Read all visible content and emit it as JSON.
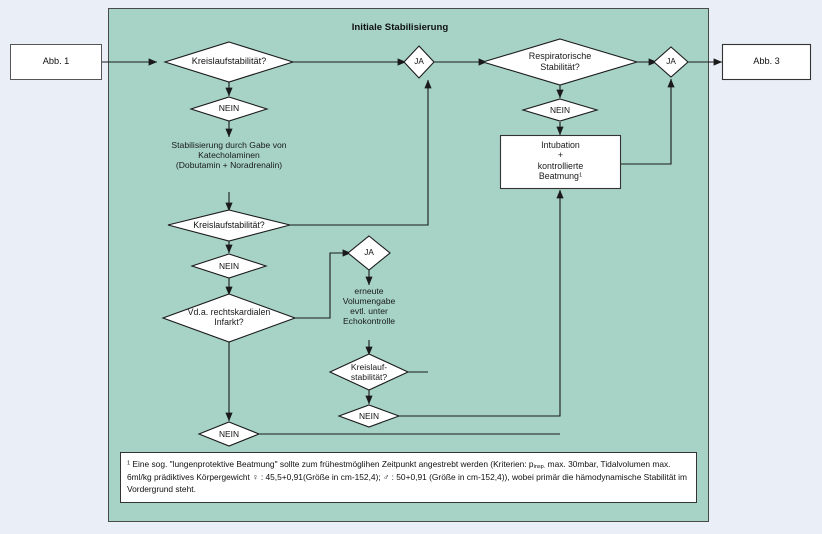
{
  "figure": {
    "panel_title": "Initiale Stabilisierung",
    "background_outer": "#eaeff7",
    "background_panel": "#a6d3c5",
    "node_fill": "#ffffff",
    "stroke": "#1a1a1a"
  },
  "connectors": {
    "entry_label": "Abb. 1",
    "exit_label": "Abb. 3"
  },
  "nodes": {
    "kreislaufstabilitaet_1": "Kreislaufstabilität?",
    "nein_1": "NEIN",
    "ja_1": "JA",
    "stabilisierung_text_line1": "Stabilisierung durch Gabe von",
    "stabilisierung_text_line2": "Katecholaminen",
    "stabilisierung_text_line3": "(Dobutamin + Noradrenalin)",
    "kreislaufstabilitaet_2": "Kreislaufstabilität?",
    "nein_2": "NEIN",
    "vda_line1": "Vd.a. rechtskardialen",
    "vda_line2": "Infarkt?",
    "nein_3": "NEIN",
    "ja_2": "JA",
    "volumen_line1": "erneute",
    "volumen_line2": "Volumengabe",
    "volumen_line3": "evtl. unter",
    "volumen_line4": "Echokontrolle",
    "kreislauf_line1": "Kreislauf-",
    "kreislauf_line2": "stabilität?",
    "nein_4": "NEIN",
    "respiratorische_line1": "Respiratorische",
    "respiratorische_line2": "Stabilität?",
    "nein_5": "NEIN",
    "intubation_line1": "Intubation",
    "intubation_line2": "+",
    "intubation_line3": "kontrollierte",
    "intubation_line4": "Beatmung",
    "intubation_footnote_marker": "1",
    "ja_3": "JA"
  },
  "footnote": {
    "marker": "1",
    "part1": " Eine sog. \"lungenprotektive Beatmung\" sollte zum frühestmöglihen Zeitpunkt angestrebt werden (Kriterien: p",
    "sub1": "insp.",
    "part2": " max. 30mbar, Tidalvolumen max. 6ml/kg prädiktives Körpergewicht ♀ : 45,5+0,91(Größe in cm-152,4); ♂ : 50+0,91 (Größe in cm-152,4)), wobei primär die hämodynamische Stabilität im Vordergrund steht."
  }
}
